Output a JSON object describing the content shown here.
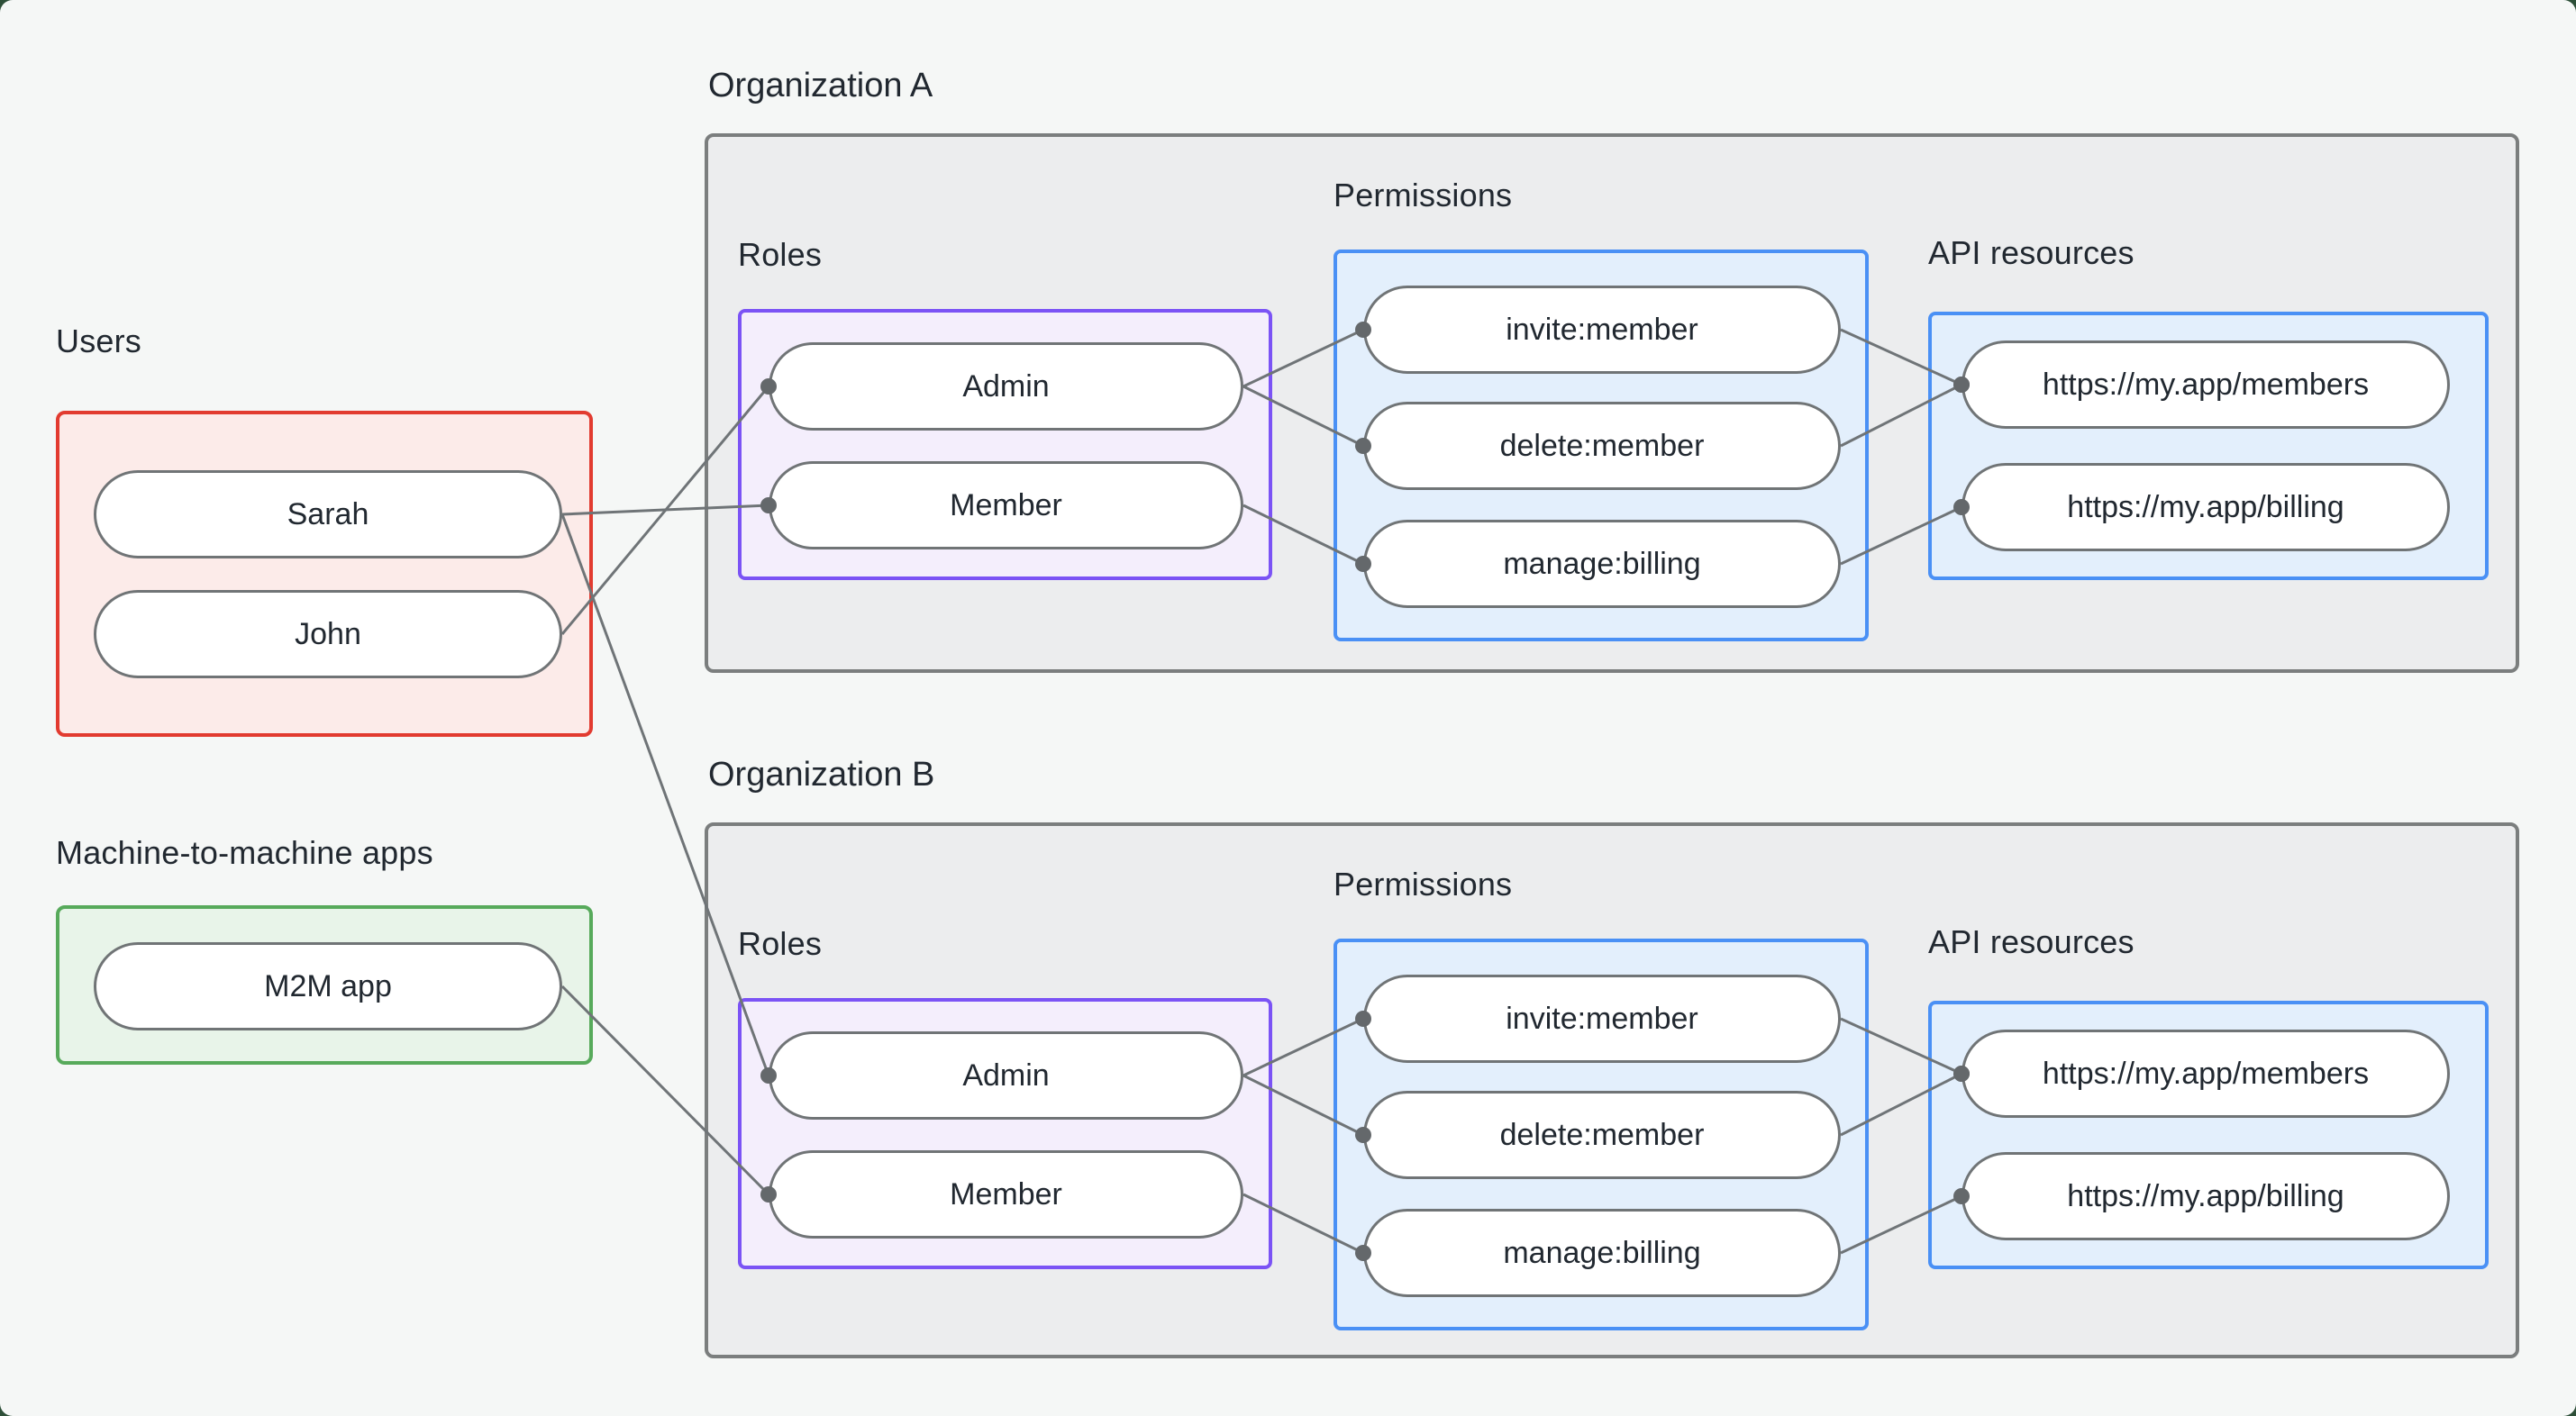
{
  "colors": {
    "outer_bg": "#2d4f38",
    "page_bg": "#f5f7f6",
    "text": "#212830",
    "users_border": "#e23b30",
    "users_fill": "#fcebe9",
    "m2m_border": "#57aa5b",
    "m2m_fill": "#e8f4e9",
    "org_border": "#7b7e7e",
    "org_fill": "#ecedee",
    "roles_border": "#7b53f5",
    "roles_fill": "#f4eefc",
    "permissions_border": "#4a90f5",
    "permissions_fill": "#e3effc",
    "api_border": "#4a90f5",
    "api_fill": "#e3effc",
    "node_border": "#707476",
    "edge": "#6f7477",
    "edge_dot": "#64686b"
  },
  "users_section": {
    "label": "Users",
    "items": [
      {
        "id": "sarah",
        "label": "Sarah"
      },
      {
        "id": "john",
        "label": "John"
      }
    ]
  },
  "m2m_section": {
    "label": "Machine-to-machine apps",
    "items": [
      {
        "id": "m2m",
        "label": "M2M app"
      }
    ]
  },
  "orgs": [
    {
      "id": "orgA",
      "title": "Organization A",
      "roles_label": "Roles",
      "permissions_label": "Permissions",
      "api_label": "API resources",
      "roles": [
        {
          "id": "admin",
          "label": "Admin"
        },
        {
          "id": "member",
          "label": "Member"
        }
      ],
      "permissions": [
        {
          "id": "invite",
          "label": "invite:member"
        },
        {
          "id": "delete",
          "label": "delete:member"
        },
        {
          "id": "manage",
          "label": "manage:billing"
        }
      ],
      "api_resources": [
        {
          "id": "members",
          "label": "https://my.app/members"
        },
        {
          "id": "billing",
          "label": "https://my.app/billing"
        }
      ]
    },
    {
      "id": "orgB",
      "title": "Organization B",
      "roles_label": "Roles",
      "permissions_label": "Permissions",
      "api_label": "API resources",
      "roles": [
        {
          "id": "admin",
          "label": "Admin"
        },
        {
          "id": "member",
          "label": "Member"
        }
      ],
      "permissions": [
        {
          "id": "invite",
          "label": "invite:member"
        },
        {
          "id": "delete",
          "label": "delete:member"
        },
        {
          "id": "manage",
          "label": "manage:billing"
        }
      ],
      "api_resources": [
        {
          "id": "members",
          "label": "https://my.app/members"
        },
        {
          "id": "billing",
          "label": "https://my.app/billing"
        }
      ]
    }
  ],
  "edges": [
    {
      "from": "sarah",
      "to": "orgA.member"
    },
    {
      "from": "john",
      "to": "orgA.admin"
    },
    {
      "from": "sarah",
      "to": "orgB.admin"
    },
    {
      "from": "m2m",
      "to": "orgB.member"
    },
    {
      "from": "orgA.admin",
      "to": "orgA.invite"
    },
    {
      "from": "orgA.admin",
      "to": "orgA.delete"
    },
    {
      "from": "orgA.member",
      "to": "orgA.manage"
    },
    {
      "from": "orgA.invite",
      "to": "orgA.members"
    },
    {
      "from": "orgA.delete",
      "to": "orgA.members"
    },
    {
      "from": "orgA.manage",
      "to": "orgA.billing"
    },
    {
      "from": "orgB.admin",
      "to": "orgB.invite"
    },
    {
      "from": "orgB.admin",
      "to": "orgB.delete"
    },
    {
      "from": "orgB.member",
      "to": "orgB.manage"
    },
    {
      "from": "orgB.invite",
      "to": "orgB.members"
    },
    {
      "from": "orgB.delete",
      "to": "orgB.members"
    },
    {
      "from": "orgB.manage",
      "to": "orgB.billing"
    }
  ],
  "edge_style": {
    "stroke_width": 3,
    "dot_radius": 9
  }
}
